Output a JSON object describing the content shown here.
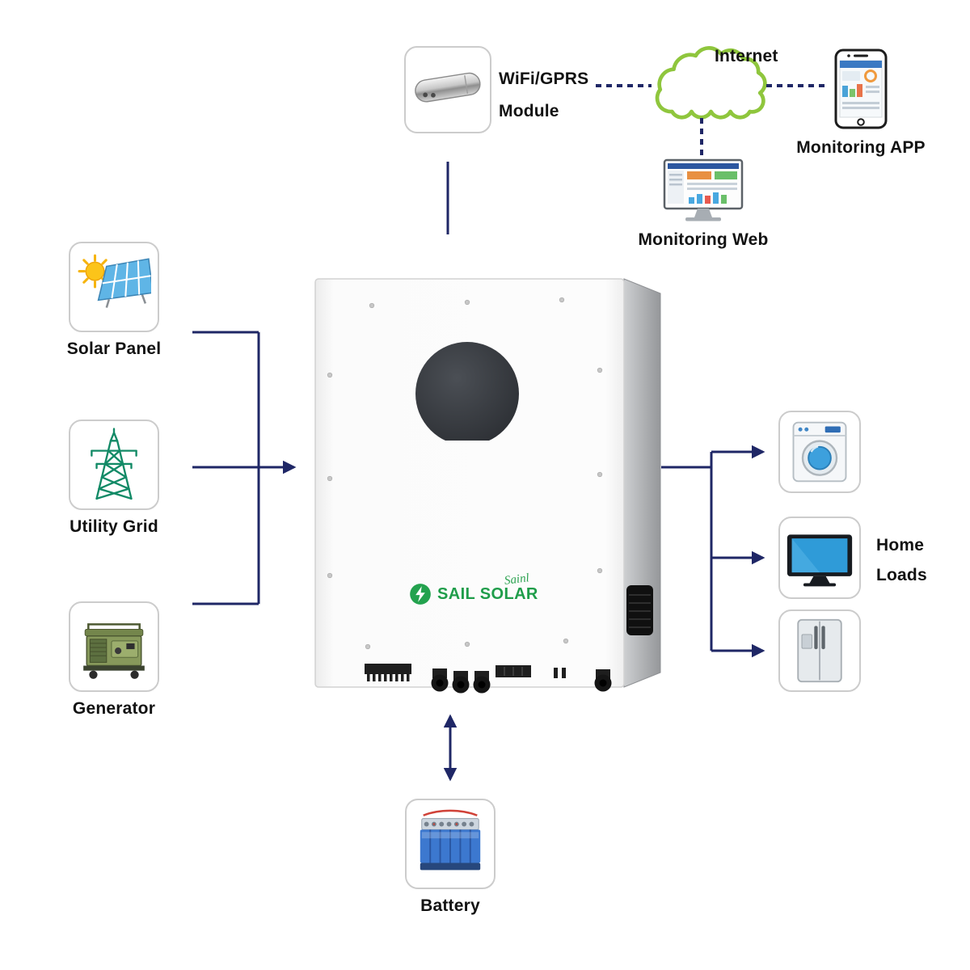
{
  "colors": {
    "connector_navy": "#1f2766",
    "cloud_green": "#8fc63d",
    "brand_green": "#1f9d4a"
  },
  "nodes": {
    "wifi_module": {
      "label_line1": "WiFi/GPRS",
      "label_line2": "Module"
    },
    "internet": {
      "label": "Internet"
    },
    "monitoring_app": {
      "label": "Monitoring APP"
    },
    "monitoring_web": {
      "label": "Monitoring Web"
    },
    "solar_panel": {
      "label": "Solar Panel"
    },
    "utility_grid": {
      "label": "Utility Grid"
    },
    "generator": {
      "label": "Generator"
    },
    "home_loads": {
      "label_line1": "Home",
      "label_line2": "Loads"
    },
    "battery": {
      "label": "Battery"
    },
    "inverter": {
      "brand": "SAIL SOLAR",
      "brand_script": "Sainl"
    }
  },
  "connections": [
    {
      "from": "wifi_module",
      "to": "internet",
      "style": "dashed"
    },
    {
      "from": "internet",
      "to": "monitoring_app",
      "style": "dashed"
    },
    {
      "from": "internet",
      "to": "monitoring_web",
      "style": "dashed"
    },
    {
      "from": "wifi_module",
      "to": "inverter",
      "style": "solid"
    },
    {
      "from": "solar_panel",
      "to": "inverter",
      "style": "arrow"
    },
    {
      "from": "utility_grid",
      "to": "inverter",
      "style": "arrow"
    },
    {
      "from": "generator",
      "to": "inverter",
      "style": "arrow"
    },
    {
      "from": "inverter",
      "to": "washing_machine",
      "style": "arrow"
    },
    {
      "from": "inverter",
      "to": "home_loads_tv",
      "style": "arrow"
    },
    {
      "from": "inverter",
      "to": "refrigerator",
      "style": "arrow"
    },
    {
      "from": "inverter",
      "to": "battery",
      "style": "double-arrow"
    }
  ]
}
